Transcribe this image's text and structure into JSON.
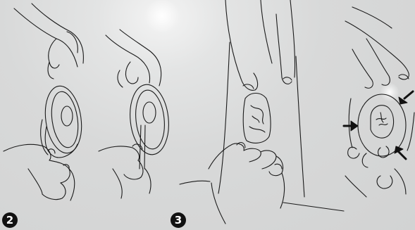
{
  "steps": [
    {
      "label": "2"
    },
    {
      "label": "3"
    }
  ],
  "arrows": [
    {
      "direction": "right"
    },
    {
      "direction": "down-left"
    },
    {
      "direction": "up-left"
    }
  ],
  "colors": {
    "background": "#d9dada",
    "line": "#1a1a1a",
    "badge": "#111111"
  }
}
